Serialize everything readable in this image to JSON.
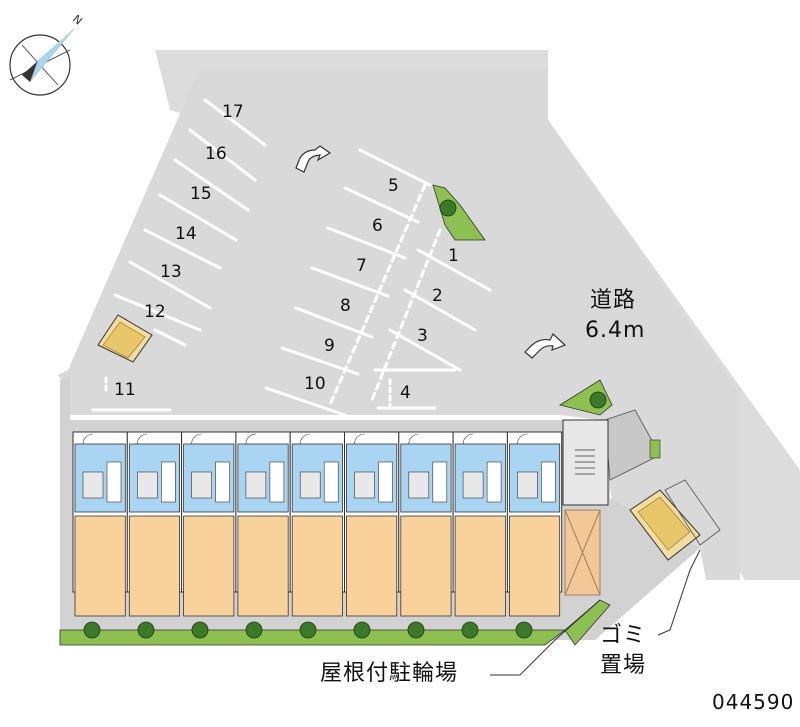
{
  "road": {
    "name": "道路",
    "width": "6.4m"
  },
  "parking_spaces": [
    "1",
    "2",
    "3",
    "4",
    "5",
    "6",
    "7",
    "8",
    "9",
    "10",
    "11",
    "12",
    "13",
    "14",
    "15",
    "16",
    "17"
  ],
  "labels": {
    "roofed_bicycle_parking": "屋根付駐輪場",
    "garbage_line1": "ゴミ",
    "garbage_line2": "置場",
    "property_code": "044590"
  },
  "compass": {
    "north_label": "N"
  },
  "unit_count": 9
}
